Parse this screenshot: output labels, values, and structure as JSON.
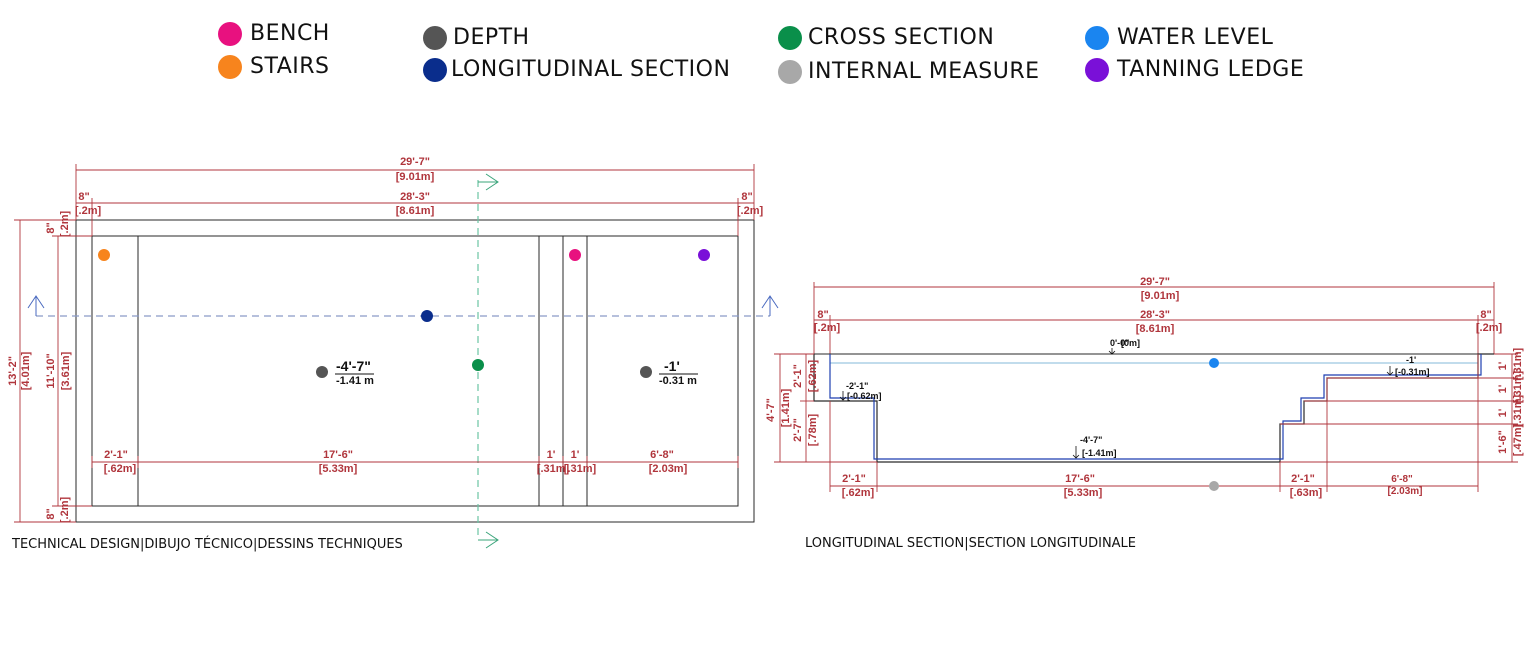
{
  "legend": [
    {
      "label": "BENCH",
      "color": "#e8117f"
    },
    {
      "label": "STAIRS",
      "color": "#f7841d"
    },
    {
      "label": "DEPTH",
      "color": "#555555"
    },
    {
      "label": "LONGITUDINAL SECTION",
      "color": "#0a2d8c"
    },
    {
      "label": "CROSS SECTION",
      "color": "#0a8f4a"
    },
    {
      "label": "INTERNAL MEASURE",
      "color": "#a8a8a8"
    },
    {
      "label": "WATER LEVEL",
      "color": "#1a85f0"
    },
    {
      "label": "TANNING LEDGE",
      "color": "#7a10d8"
    }
  ],
  "plan": {
    "caption": "TECHNICAL DESIGN|DIBUJO TÉCNICO|DESSINS TECHNIQUES",
    "overall_length": {
      "ft": "29'-7\"",
      "m": "[9.01m]"
    },
    "inner_length": {
      "ft": "28'-3\"",
      "m": "[8.61m]"
    },
    "wall_left": {
      "ft": "8\"",
      "m": "[.2m]"
    },
    "wall_right": {
      "ft": "8\"",
      "m": "[.2m]"
    },
    "wall_top_left": {
      "ft": "8\"",
      "m": "[.2m]"
    },
    "wall_bottom_left": {
      "ft": "8\"",
      "m": "[.2m]"
    },
    "overall_width": {
      "ft": "13'-2\"",
      "m": "[4.01m]"
    },
    "inner_width": {
      "ft": "11'-10\"",
      "m": "[3.61m]"
    },
    "segments": [
      {
        "ft": "2'-1\"",
        "m": "[.62m]"
      },
      {
        "ft": "17'-6\"",
        "m": "[5.33m]"
      },
      {
        "ft": "1'",
        "m": "[.31m]"
      },
      {
        "ft": "1'",
        "m": "[.31m]"
      },
      {
        "ft": "6'-8\"",
        "m": "[2.03m]"
      }
    ],
    "depth_deep": {
      "ft": "-4'-7\"",
      "m": "-1.41 m"
    },
    "depth_shallow": {
      "ft": "-1'",
      "m": "-0.31 m"
    }
  },
  "section": {
    "caption": "LONGITUDINAL SECTION|SECTION LONGITUDINALE",
    "overall_length": {
      "ft": "29'-7\"",
      "m": "[9.01m]"
    },
    "inner_length": {
      "ft": "28'-3\"",
      "m": "[8.61m]"
    },
    "wall_left": {
      "ft": "8\"",
      "m": "[.2m]"
    },
    "wall_right": {
      "ft": "8\"",
      "m": "[.2m]"
    },
    "level_zero": {
      "ft": "0'-0\"",
      "m": "[0m]"
    },
    "level_shallow": {
      "ft": "-1'",
      "m": "[-0.31m]"
    },
    "level_step": {
      "ft": "-2'-1\"",
      "m": "[-0.62m]"
    },
    "level_deep": {
      "ft": "-4'-7\"",
      "m": "[-1.41m]"
    },
    "left_total": {
      "ft": "4'-7\"",
      "m": "[1.41m]"
    },
    "left_upper": {
      "ft": "2'-1\"",
      "m": "[.62m]"
    },
    "left_lower": {
      "ft": "2'-7\"",
      "m": "[.78m]"
    },
    "right_steps": [
      {
        "ft": "1'",
        "m": "[.31m]"
      },
      {
        "ft": "1'",
        "m": "[.31m]"
      },
      {
        "ft": "1'",
        "m": "[.31m]"
      }
    ],
    "right_bottom": {
      "ft": "1'-6\"",
      "m": "[.47m]"
    },
    "bottom_segments": [
      {
        "ft": "2'-1\"",
        "m": "[.62m]"
      },
      {
        "ft": "17'-6\"",
        "m": "[5.33m]"
      },
      {
        "ft": "2'-1\"",
        "m": "[.63m]"
      },
      {
        "ft": "6'-8\"",
        "m": "[2.03m]"
      }
    ]
  }
}
